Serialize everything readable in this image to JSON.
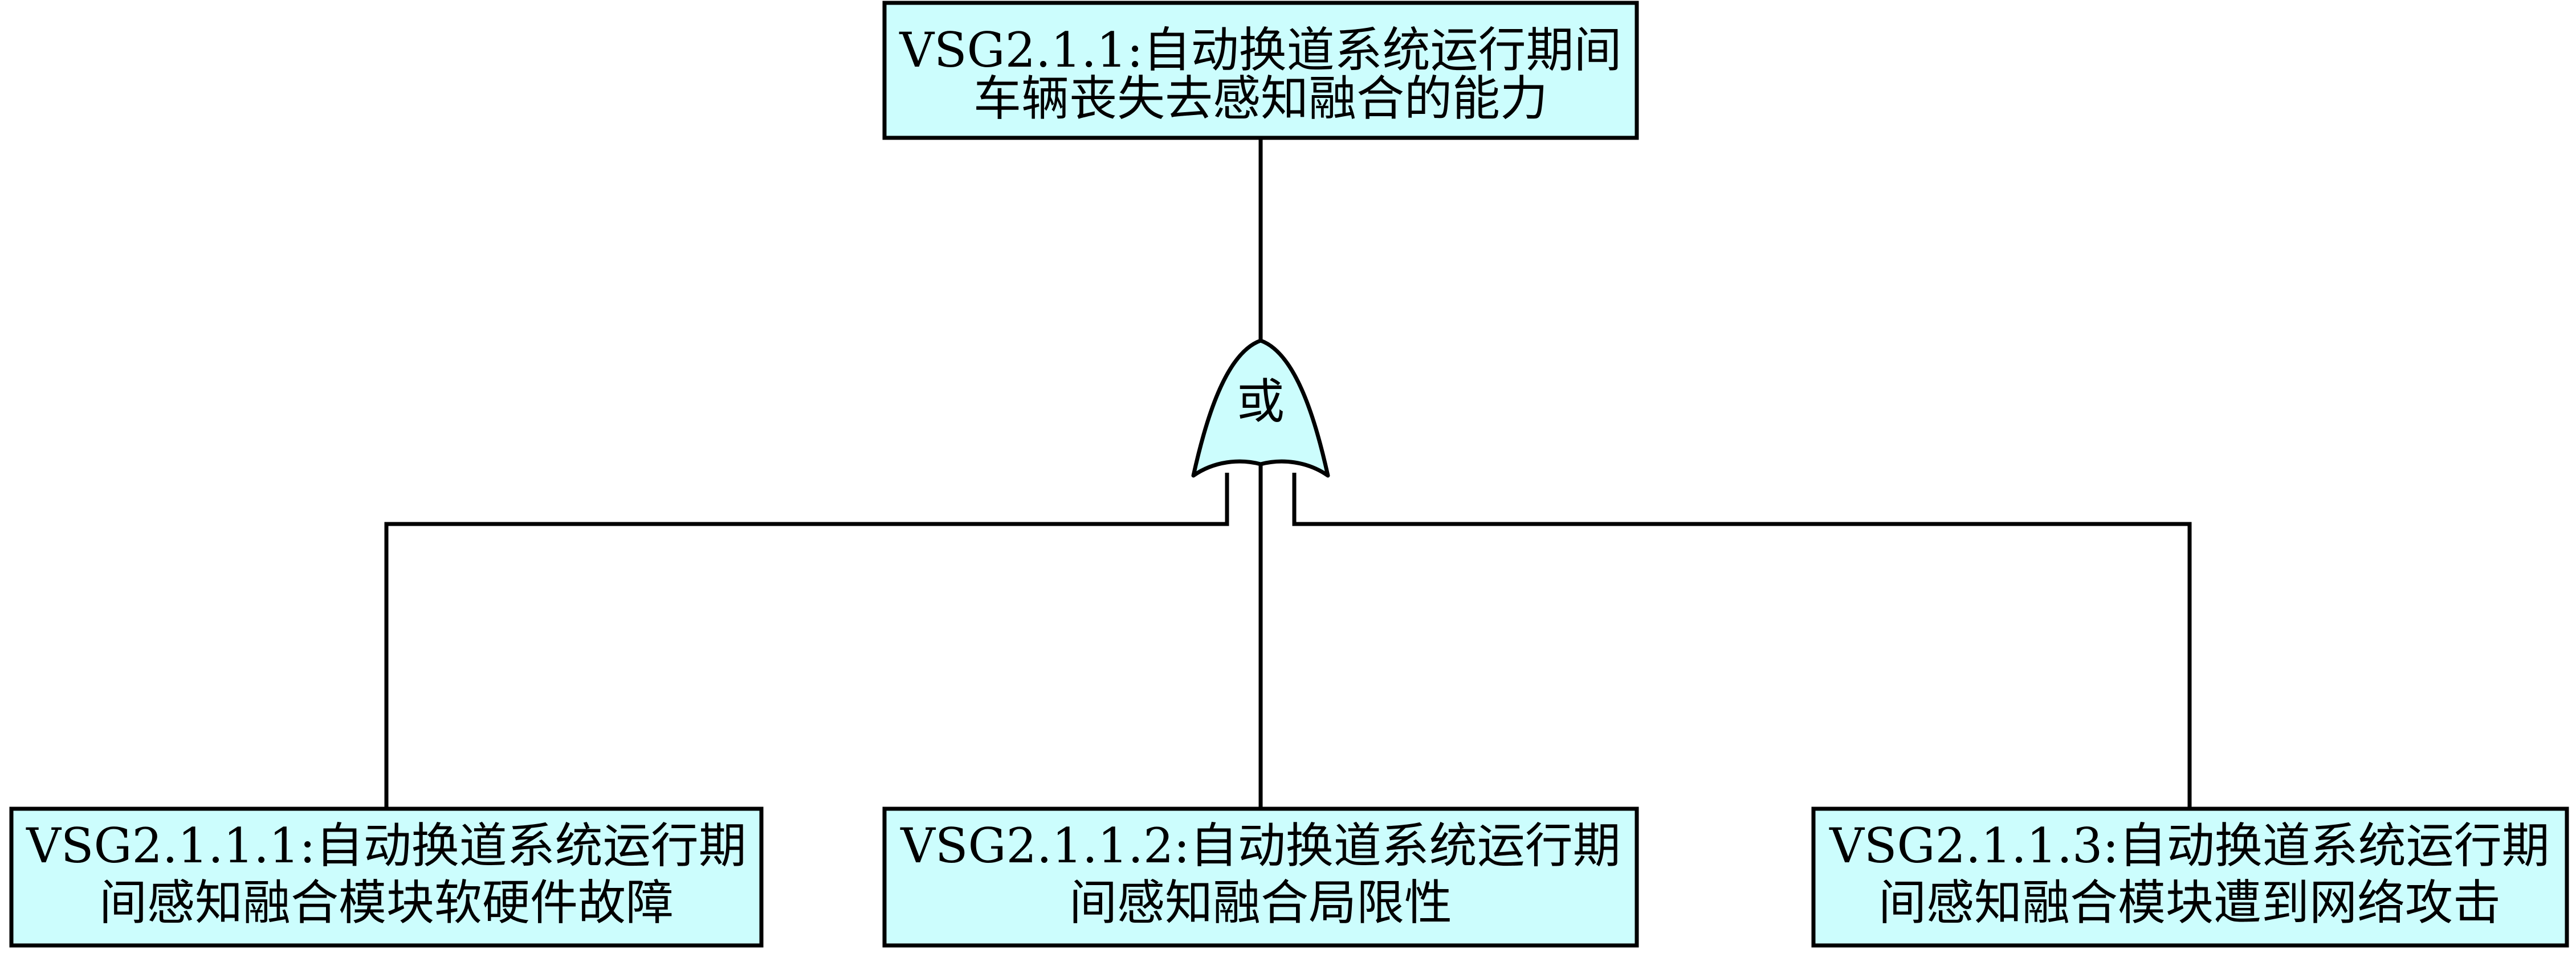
{
  "diagram": {
    "type": "fault-tree",
    "colors": {
      "node_fill": "#ccfdfd",
      "stroke": "#000000",
      "background": "#ffffff"
    },
    "top_event": {
      "line1": "VSG2.1.1:自动换道系统运行期间",
      "line2": "车辆丧失去感知融合的能力"
    },
    "gate": {
      "label": "或"
    },
    "children": [
      {
        "line1": "VSG2.1.1.1:自动换道系统运行期",
        "line2": "间感知融合模块软硬件故障"
      },
      {
        "line1": "VSG2.1.1.2:自动换道系统运行期",
        "line2": "间感知融合局限性"
      },
      {
        "line1": "VSG2.1.1.3:自动换道系统运行期",
        "line2": "间感知融合模块遭到网络攻击"
      }
    ]
  }
}
